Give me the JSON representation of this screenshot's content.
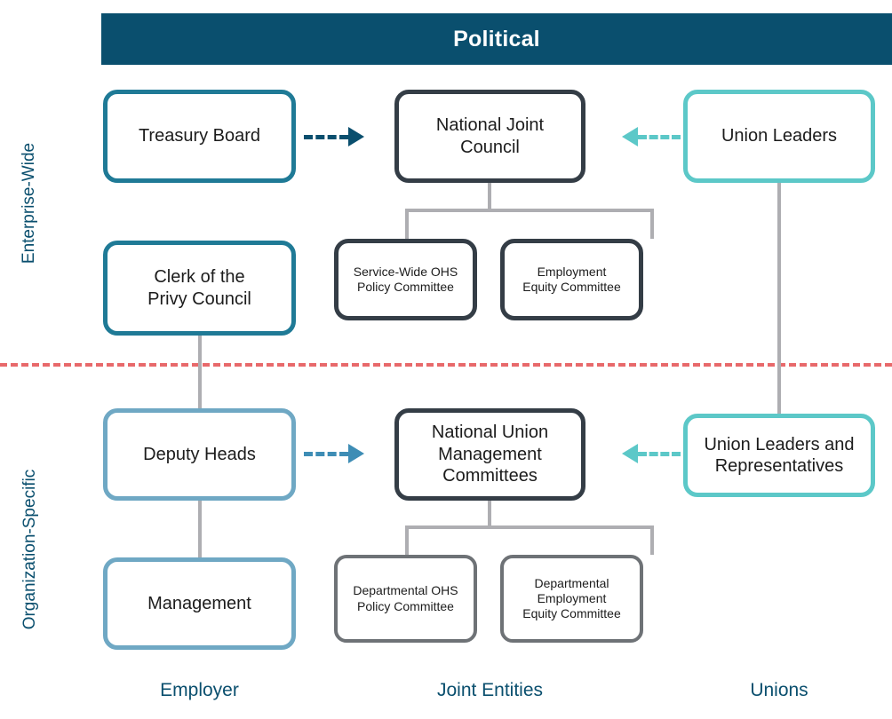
{
  "banner": {
    "title": "Political"
  },
  "bands": {
    "enterprise_label": "Enterprise-Wide",
    "organization_label": "Organization-Specific"
  },
  "columns": [
    {
      "name": "employer",
      "label": "Employer"
    },
    {
      "name": "joint-entities",
      "label": "Joint Entities"
    },
    {
      "name": "unions",
      "label": "Unions"
    }
  ],
  "nodes": {
    "treasury_board": "Treasury Board",
    "clerk_privy_council": "Clerk of the\nPrivy Council",
    "clerk_privy_council_line1": "Clerk of the",
    "clerk_privy_council_line2": "Privy Council",
    "national_joint_council_line1": "National Joint",
    "national_joint_council_line2": "Council",
    "service_wide_ohs_line1": "Service-Wide OHS",
    "service_wide_ohs_line2": "Policy Committee",
    "employment_equity_line1": "Employment",
    "employment_equity_line2": "Equity Committee",
    "union_leaders": "Union Leaders",
    "deputy_heads": "Deputy Heads",
    "management": "Management",
    "national_union_mgmt_line1": "National Union",
    "national_union_mgmt_line2": "Management",
    "national_union_mgmt_line3": "Committees",
    "departmental_ohs_line1": "Departmental OHS",
    "departmental_ohs_line2": "Policy Committee",
    "departmental_ee_line1": "Departmental",
    "departmental_ee_line2": "Employment",
    "departmental_ee_line3": "Equity Committee",
    "union_leaders_reps_line1": "Union Leaders and",
    "union_leaders_reps_line2": "Representatives"
  },
  "colors": {
    "banner_background": "#0a4f6e",
    "banner_text": "#ffffff",
    "band_label": "#0a4f6e",
    "divider_dashed": "#e8696b",
    "border_dark": "#343d46",
    "border_teal": "#1f7a96",
    "border_light_blue": "#6fa8c4",
    "border_turquoise": "#5cc8c8",
    "border_gray": "#6e7276",
    "connector_gray": "#aeaeb2",
    "arrow_navy": "#0a4f6e",
    "arrow_blue": "#3e8db5",
    "arrow_turquoise": "#5cc8c8",
    "caption_text": "#0a4f6e"
  }
}
